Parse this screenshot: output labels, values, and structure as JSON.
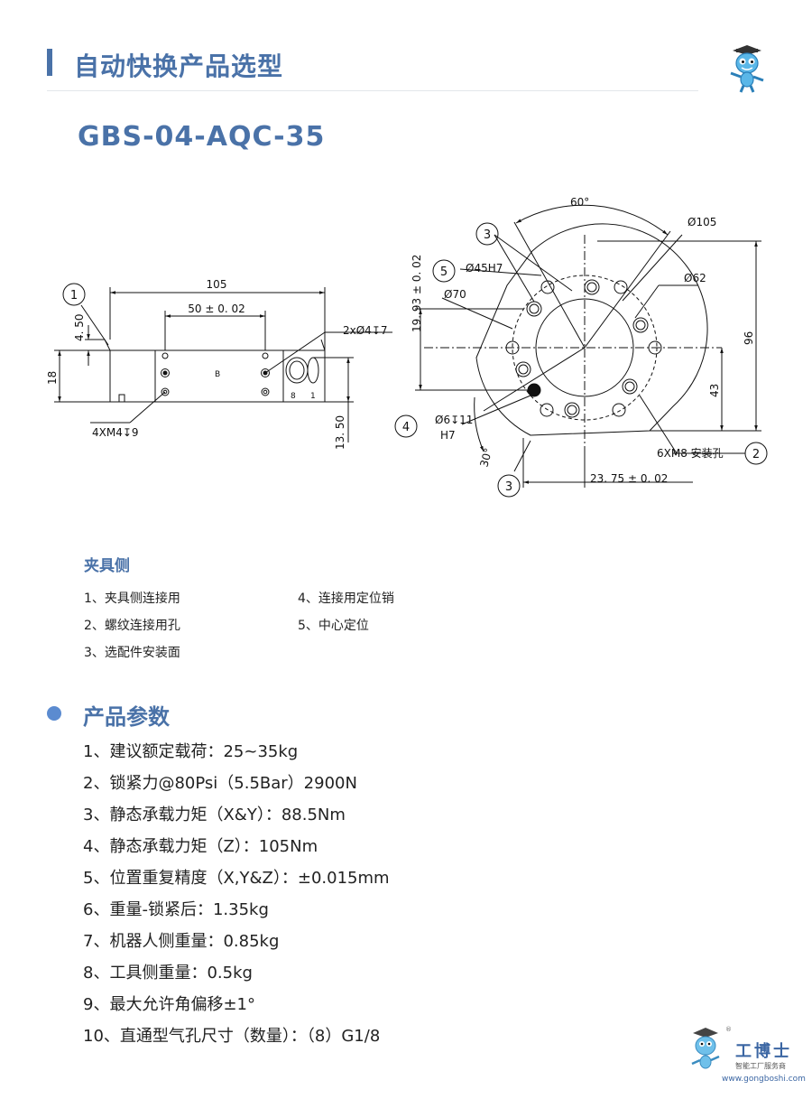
{
  "header": {
    "title": "自动快换产品选型"
  },
  "model": "GBS-04-AQC-35",
  "drawing": {
    "side_view": {
      "dim_105": "105",
      "dim_50": "50 ± 0. 02",
      "dim_4_50": "4. 50",
      "dim_18": "18",
      "dim_13_50": "13. 50",
      "hole_left": "4XM4↧9",
      "hole_right": "2xØ4↧7",
      "marker_1": "1",
      "body_mark": "B",
      "body_mark2": "8",
      "body_mark3": "1"
    },
    "front_view": {
      "angle_60": "60°",
      "angle_30": "30°",
      "dia_105": "Ø105",
      "dia_62": "Ø62",
      "dia_45": "Ø45H7",
      "dia_70": "Ø70",
      "pin_hole": "Ø6↧11",
      "pin_tol": "H7",
      "mount_holes": "6XM8 安装孔",
      "dim_19_93": "19. 93 ± 0. 02",
      "dim_96": "96",
      "dim_43": "43",
      "dim_23_75": "23. 75 ± 0. 02",
      "marker_2": "2",
      "marker_3a": "3",
      "marker_3b": "3",
      "marker_4": "4",
      "marker_5": "5"
    }
  },
  "fixture_side": {
    "title": "夹具侧",
    "items": [
      "1、夹具侧连接用",
      "2、螺纹连接用孔",
      "3、选配件安装面",
      "4、连接用定位销",
      "5、中心定位"
    ]
  },
  "params": {
    "title": "产品参数",
    "items": [
      "1、建议额定载荷：25~35kg",
      "2、锁紧力@80Psi（5.5Bar）2900N",
      "3、静态承载力矩（X&Y）：88.5Nm",
      "4、静态承载力矩（Z）：105Nm",
      "5、位置重复精度（X,Y&Z）：±0.015mm",
      "6、重量-锁紧后：1.35kg",
      "7、机器人侧重量：0.85kg",
      "8、工具侧重量：0.5kg",
      "9、最大允许角偏移±1°",
      "10、直通型气孔尺寸（数量）：（8）G1/8"
    ]
  },
  "footer": {
    "brand": "工博士",
    "subtitle": "智能工厂服务商",
    "url": "www.gongboshi.com",
    "registered": "®"
  },
  "colors": {
    "accent": "#4a72a8",
    "dot": "#5b8bd0"
  }
}
